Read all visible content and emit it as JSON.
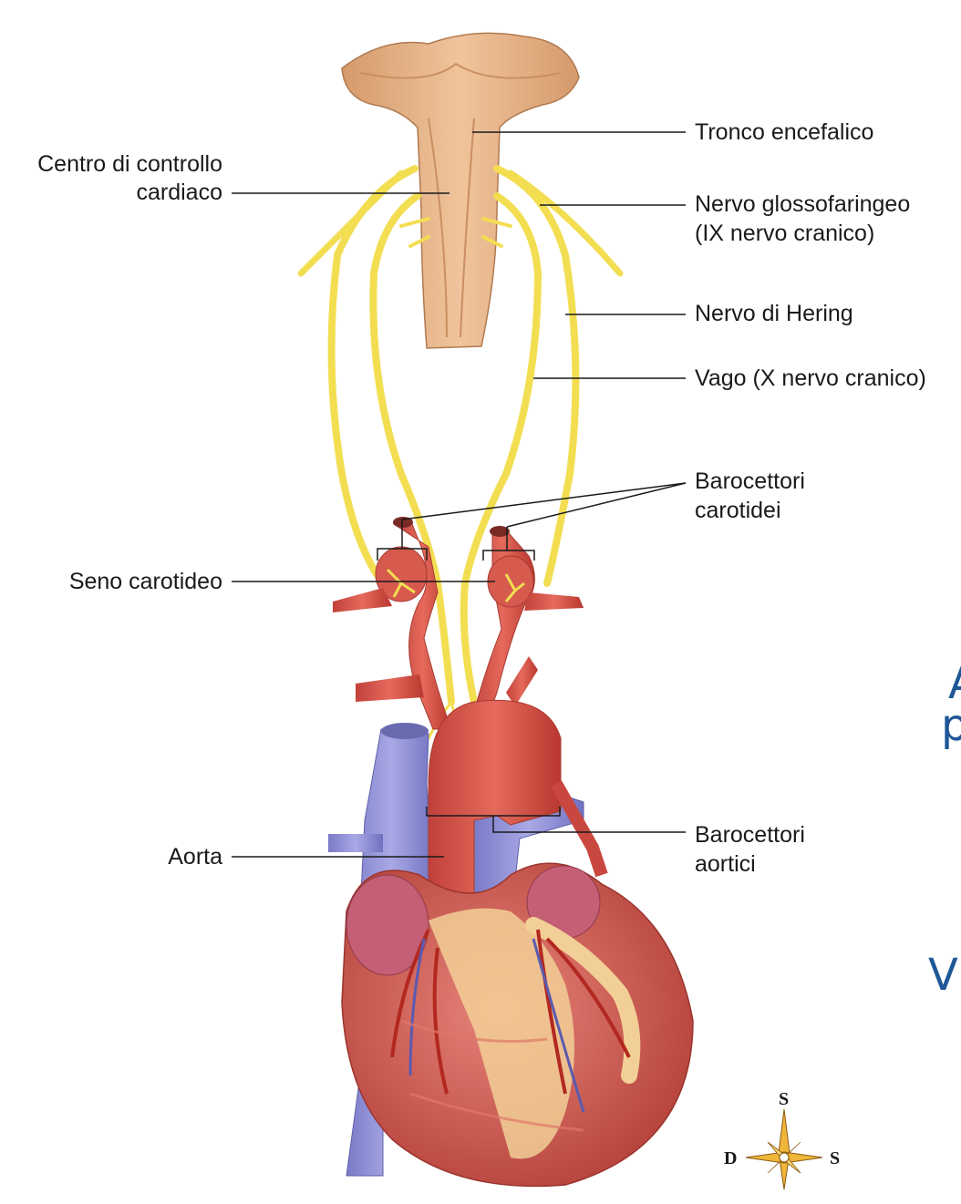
{
  "labels": {
    "centro_line1": "Centro di controllo",
    "centro_line2": "cardiaco",
    "seno": "Seno carotideo",
    "aorta": "Aorta",
    "tronco": "Tronco encefalico",
    "glosso_line1": "Nervo glossofaringeo",
    "glosso_line2": "(IX nervo cranico)",
    "hering": "Nervo di Hering",
    "vago": "Vago (X nervo cranico)",
    "baro_car_line1": "Barocettori",
    "baro_car_line2": "carotidei",
    "baro_aor_line1": "Barocettori",
    "baro_aor_line2": "aortici"
  },
  "cut_text": {
    "line1": "A",
    "line2": "p",
    "line3": "V"
  },
  "compass": {
    "top": "S",
    "left": "D",
    "right": "S"
  },
  "colors": {
    "brainstem": "#e7b88e",
    "nerve": "#f6e24a",
    "artery": "#d9574a",
    "vein": "#8f8fd6",
    "heart": "#cf5e52",
    "fat": "#f3d39a",
    "overflow_text": "#1f5796"
  }
}
